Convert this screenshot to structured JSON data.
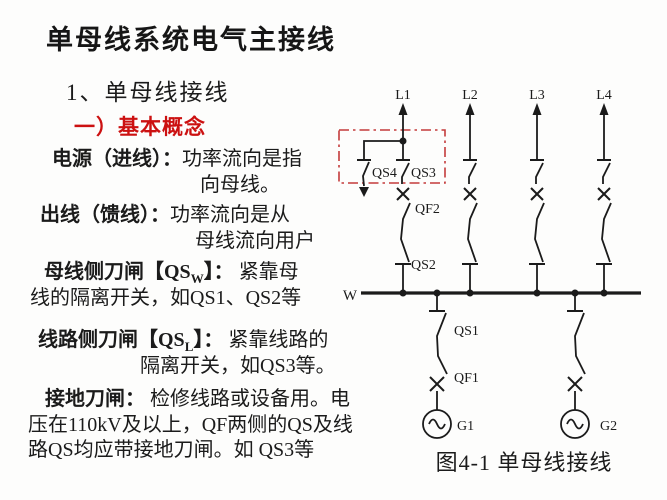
{
  "colors": {
    "text": "#1b1b1b",
    "accent_red": "#cc1111",
    "highlight_box_red": "#c43b3b",
    "background": "#fdfdfc"
  },
  "slide": {
    "title": "单母线系统电气主接线",
    "subtitle": "1、单母线接线",
    "heading": "一）基本概念",
    "defs": {
      "source": {
        "term": "电源（进线）：",
        "desc": "功率流向是指",
        "desc2": "向母线。"
      },
      "outgoing": {
        "term": "出线（馈线）：",
        "desc": "功率流向是从",
        "desc2": "母线流向用户"
      },
      "bus_side": {
        "term_pre": "母线侧刀闸【QS",
        "term_sub": "W",
        "term_post": "】：",
        "desc": " 紧靠母",
        "desc2": "线的隔离开关，如QS1、QS2等"
      },
      "line_side": {
        "term_pre": "线路侧刀闸【QS",
        "term_sub": "L",
        "term_post": "】：",
        "desc": " 紧靠线路的",
        "desc2": "隔离开关，如QS3等。"
      },
      "grounding": {
        "term": "接地刀闸：",
        "desc": " 检修线路或设备用。电",
        "desc2": "压在110kV及以上，QF两侧的QS及线",
        "desc3": "路QS均应带接地刀闸。如 QS3等"
      }
    }
  },
  "diagram": {
    "feeders": [
      "L1",
      "L2",
      "L3",
      "L4"
    ],
    "bus_label": "W",
    "labels": {
      "qs4": "QS4",
      "qs3": "QS3",
      "qf2": "QF2",
      "qs2": "QS2",
      "qs1": "QS1",
      "qf1": "QF1",
      "g1": "G1",
      "g2": "G2"
    },
    "caption": "图4-1  单母线接线"
  }
}
